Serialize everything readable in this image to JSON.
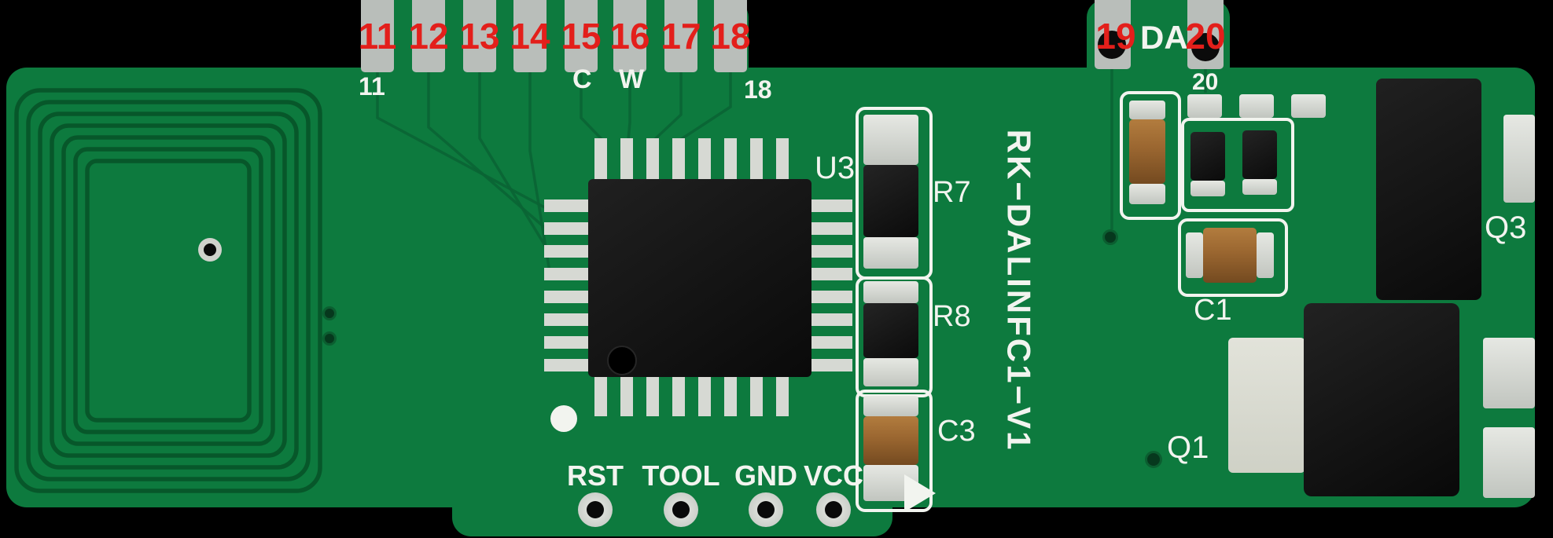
{
  "colors": {
    "board": "#0d7a3e",
    "board_trace": "#0a6434",
    "coil": "#07572a",
    "pad_gray": "#b9beba",
    "silver": "#d6d9d3",
    "annotation_red": "#e31f1b",
    "silk_white": "#f2f4ef",
    "component_black": "#161616",
    "capacitor_tan": "#9a6630",
    "hole_black": "#0a0a0a"
  },
  "annotations": {
    "top_pins": [
      "11",
      "12",
      "13",
      "14",
      "15",
      "16",
      "17",
      "18"
    ],
    "pin19": "19",
    "pin20": "20",
    "da": "DA"
  },
  "silkscreen": {
    "pin11": "11",
    "label_c": "C",
    "label_w": "W",
    "pin18": "18",
    "pin20": "20",
    "u3": "U3",
    "r7": "R7",
    "r8": "R8",
    "c3": "C3",
    "c1": "C1",
    "q1": "Q1",
    "q3": "Q3",
    "board_name": "RK−DALINFC1−V1"
  },
  "programming_header": {
    "labels": [
      "RST",
      "TOOL",
      "GND",
      "VCC"
    ]
  }
}
